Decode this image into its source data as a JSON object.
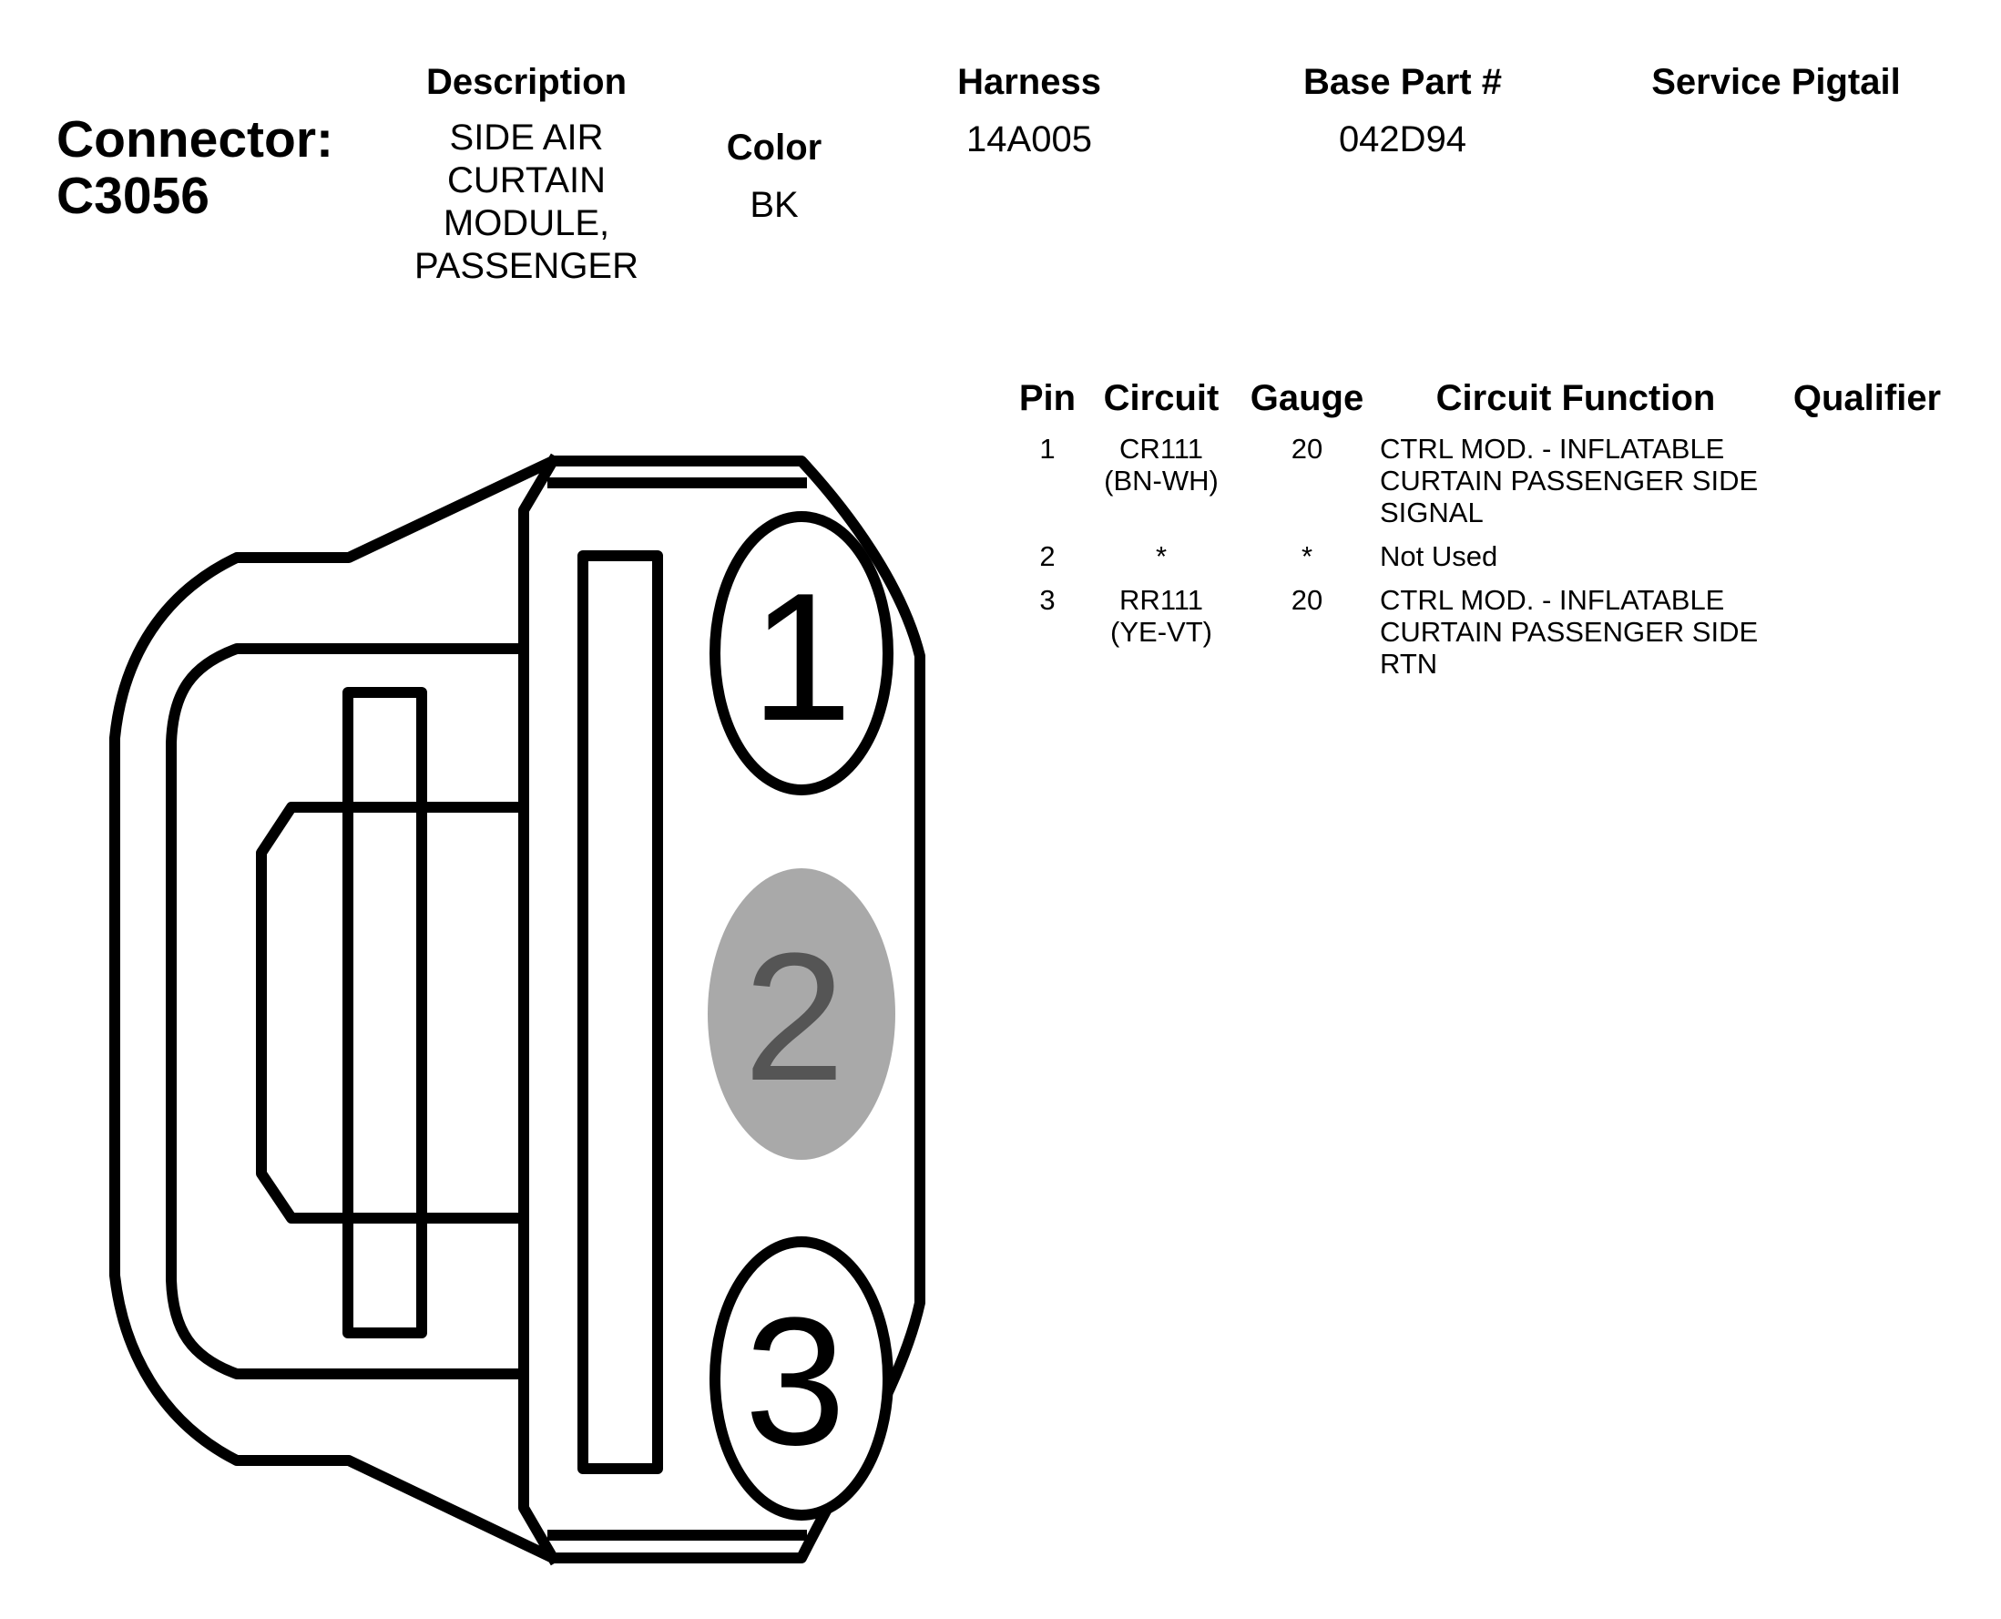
{
  "connector": {
    "label": "Connector:",
    "id": "C3056"
  },
  "header": {
    "description_label": "Description",
    "description_value": "SIDE AIR\nCURTAIN\nMODULE,\nPASSENGER",
    "color_label": "Color",
    "color_value": "BK",
    "harness_label": "Harness",
    "harness_value": "14A005",
    "base_part_label": "Base Part #",
    "base_part_value": "042D94",
    "service_pigtail_label": "Service Pigtail"
  },
  "table": {
    "columns": [
      "Pin",
      "Circuit",
      "Gauge",
      "Circuit Function",
      "Qualifier"
    ],
    "rows": [
      {
        "pin": "1",
        "circuit": "CR111\n(BN-WH)",
        "gauge": "20",
        "function": "CTRL MOD. - INFLATABLE\nCURTAIN PASSENGER SIDE\nSIGNAL",
        "qualifier": ""
      },
      {
        "pin": "2",
        "circuit": "*",
        "gauge": "*",
        "function": "Not Used",
        "qualifier": ""
      },
      {
        "pin": "3",
        "circuit": "RR111\n(YE-VT)",
        "gauge": "20",
        "function": "CTRL MOD. - INFLATABLE\nCURTAIN PASSENGER SIDE\nRTN",
        "qualifier": ""
      }
    ]
  },
  "diagram": {
    "cavities": [
      {
        "number": "1",
        "used": true
      },
      {
        "number": "2",
        "used": false
      },
      {
        "number": "3",
        "used": true
      }
    ],
    "colors": {
      "outline": "#000000",
      "unused_cavity_fill": "#a9a9a9",
      "unused_cavity_text": "#555555"
    }
  }
}
